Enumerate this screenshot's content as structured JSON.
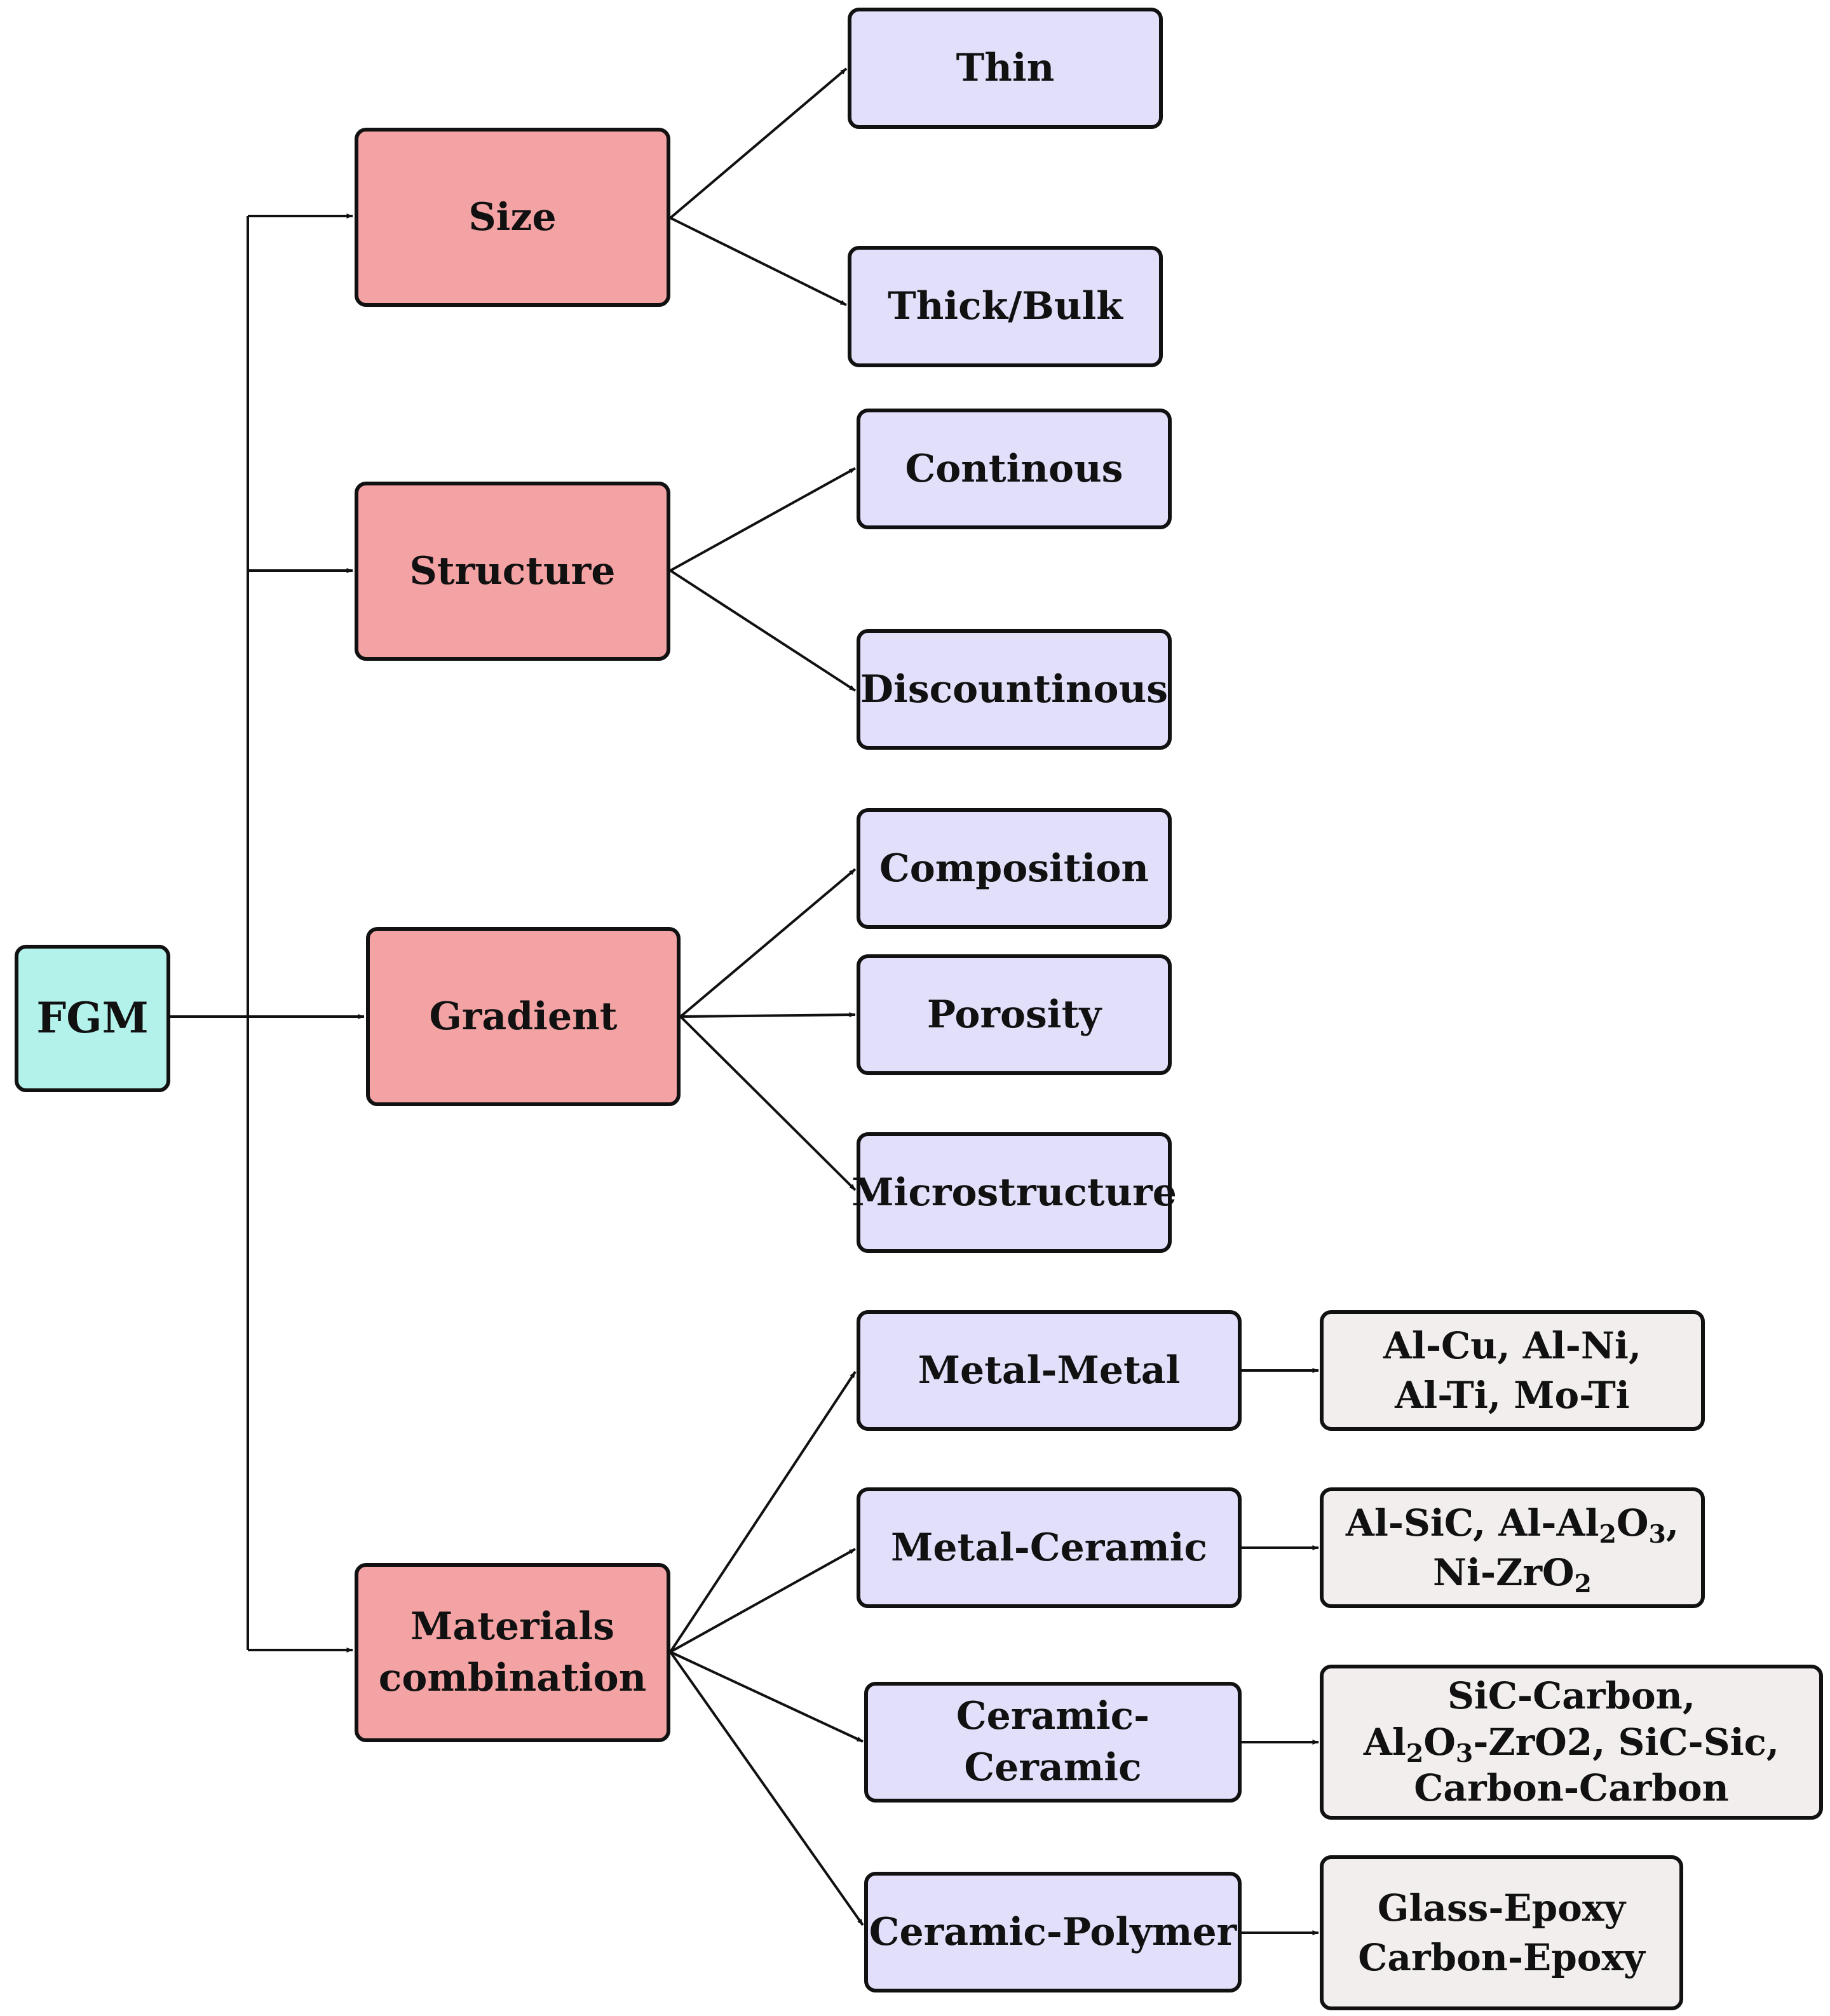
{
  "root": {
    "label": "FGM"
  },
  "categories": {
    "size": "Size",
    "structure": "Structure",
    "gradient": "Gradient",
    "materials_line1": "Materials",
    "materials_line2": "combination"
  },
  "size_types": {
    "thin": "Thin",
    "thick": "Thick/Bulk"
  },
  "structure_types": {
    "continuous": "Continous",
    "discontinuous": "Discountinous"
  },
  "gradient_types": {
    "composition": "Composition",
    "porosity": "Porosity",
    "microstructure": "Microstructure"
  },
  "combination_types": {
    "metal_metal": "Metal-Metal",
    "metal_ceramic": "Metal-Ceramic",
    "ceramic_ceramic": "Ceramic-Ceramic",
    "ceramic_polymer": "Ceramic-Polymer"
  },
  "examples": {
    "metal_metal": {
      "line1": "Al-Cu, Al-Ni,",
      "line2": "Al-Ti, Mo-Ti"
    },
    "metal_ceramic": {
      "line1_a": "Al-SiC, Al-Al",
      "line1_sub1": "2",
      "line1_b": "O",
      "line1_sub2": "3",
      "line1_c": ",",
      "line2_a": "Ni-ZrO",
      "line2_sub": "2"
    },
    "ceramic_ceramic": {
      "line1": "SiC-Carbon,",
      "line2_a": "Al",
      "line2_sub1": "2",
      "line2_b": "O",
      "line2_sub2": "3",
      "line2_c": "-ZrO2, SiC-Sic,",
      "line3": "Carbon-Carbon"
    },
    "ceramic_polymer": {
      "line1": "Glass-Epoxy",
      "line2": "Carbon-Epoxy"
    }
  },
  "colors": {
    "root_fill": "#b3f2ea",
    "category_fill": "#f4a3a4",
    "type_fill": "#e1dffa",
    "example_fill": "#f3eeee",
    "stroke": "#111111"
  }
}
